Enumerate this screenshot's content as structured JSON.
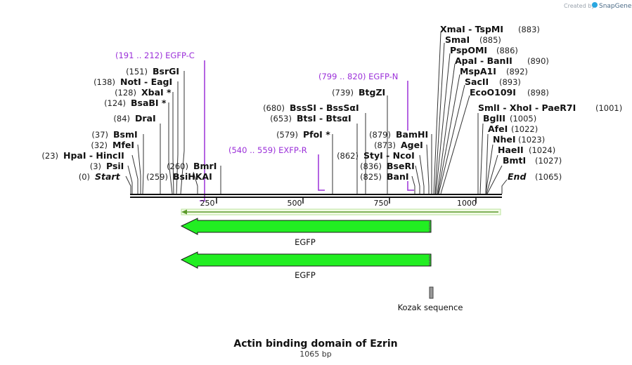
{
  "map": {
    "title": "Actin binding domain of Ezrin",
    "length_label": "1065 bp",
    "length": 1065,
    "credit": "Created by",
    "brand": "SnapGene",
    "ticks": [
      "250",
      "500",
      "750",
      "1000"
    ]
  },
  "sites": [
    {
      "pos": "(0)",
      "name": "Start",
      "style": "italic"
    },
    {
      "pos": "(3)",
      "name": "PsiI"
    },
    {
      "pos": "(23)",
      "name": "HpaI - HincII"
    },
    {
      "pos": "(32)",
      "name": "MfeI"
    },
    {
      "pos": "(37)",
      "name": "BsmI"
    },
    {
      "pos": "(84)",
      "name": "DraI"
    },
    {
      "pos": "(124)",
      "name": "BsaBI *"
    },
    {
      "pos": "(128)",
      "name": "XbaI *"
    },
    {
      "pos": "(138)",
      "name": "NotI - EagI"
    },
    {
      "pos": "(151)",
      "name": "BsrGI"
    },
    {
      "pos": "(259)",
      "name": "BsiHKAI"
    },
    {
      "pos": "(260)",
      "name": "BmrI"
    },
    {
      "pos": "(579)",
      "name": "PfoI *"
    },
    {
      "pos": "(653)",
      "name": "BtsI - BtsαI"
    },
    {
      "pos": "(680)",
      "name": "BssSI - BssSαI"
    },
    {
      "pos": "(739)",
      "name": "BtgZI"
    },
    {
      "pos": "(825)",
      "name": "BanI"
    },
    {
      "pos": "(836)",
      "name": "BseRI"
    },
    {
      "pos": "(862)",
      "name": "StyI - NcoI"
    },
    {
      "pos": "(873)",
      "name": "AgeI"
    },
    {
      "pos": "(879)",
      "name": "BamHI"
    },
    {
      "pos": "(883)",
      "name": "XmaI - TspMI"
    },
    {
      "pos": "(885)",
      "name": "SmaI"
    },
    {
      "pos": "(886)",
      "name": "PspOMI"
    },
    {
      "pos": "(890)",
      "name": "ApaI - BanII"
    },
    {
      "pos": "(892)",
      "name": "MspA1I"
    },
    {
      "pos": "(893)",
      "name": "SacII"
    },
    {
      "pos": "(898)",
      "name": "EcoO109I"
    },
    {
      "pos": "(1001)",
      "name": "SmlI - XhoI - PaeR7I"
    },
    {
      "pos": "(1005)",
      "name": "BglII"
    },
    {
      "pos": "(1022)",
      "name": "AfeI"
    },
    {
      "pos": "(1023)",
      "name": "NheI"
    },
    {
      "pos": "(1024)",
      "name": "HaeII"
    },
    {
      "pos": "(1027)",
      "name": "BmtI"
    },
    {
      "pos": "(1065)",
      "name": "End",
      "style": "italic"
    }
  ],
  "primers": [
    {
      "label": "(191 .. 212)  EGFP-C",
      "start": 191,
      "end": 212
    },
    {
      "label": "(540 .. 559)  EXFP-R",
      "start": 540,
      "end": 559
    },
    {
      "label": "(799 .. 820)  EGFP-N",
      "start": 799,
      "end": 820
    }
  ],
  "features": [
    {
      "name": "EGFP",
      "start": 170,
      "end": 890,
      "direction": "reverse",
      "color": "#22ee22"
    },
    {
      "name": "EGFP",
      "start": 170,
      "end": 890,
      "direction": "reverse",
      "color": "#22ee22"
    },
    {
      "name": "Kozak sequence",
      "start": 870,
      "end": 880,
      "color": "#999999"
    }
  ],
  "colors": {
    "primer": "#9b30d9",
    "feature": "#22ee22",
    "orf_line": "#8ad04a",
    "brand": "#2aa7e0"
  }
}
